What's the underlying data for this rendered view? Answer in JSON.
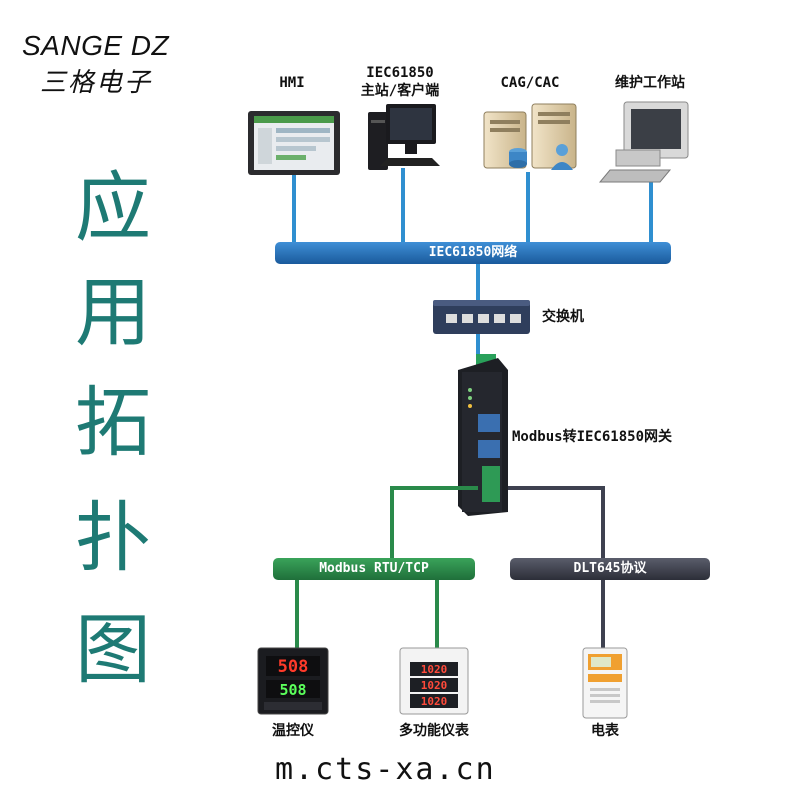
{
  "brand": {
    "en": "SANGE DZ",
    "cn": "三格电子"
  },
  "title_chars": [
    "应",
    "用",
    "拓",
    "扑",
    "图"
  ],
  "devices_top": {
    "hmi": "HMI",
    "iec_client_line1": "IEC61850",
    "iec_client_line2": "主站/客户端",
    "cag": "CAG/CAC",
    "workstation": "维护工作站"
  },
  "iec_bus": "IEC61850网络",
  "switch": "交换机",
  "gateway": "Modbus转IEC61850网关",
  "modbus_bus": "Modbus RTU/TCP",
  "dlt_bus": "DLT645协议",
  "bottom_devices": {
    "temp_ctrl": "温控仪",
    "multi_meter": "多功能仪表",
    "meter": "电表"
  },
  "device_text": {
    "temp_ctrl_display": [
      "508",
      "508"
    ],
    "multi_meter_display": [
      "1020",
      "1020",
      "1020"
    ]
  },
  "url": "m.cts-xa.cn",
  "colors": {
    "teal": "#1e7a74",
    "link_blue": "#2f8fd0",
    "bus_blue": "#1b5fa0",
    "green": "#2a8a4a",
    "gray_bus": "#3e4150"
  }
}
